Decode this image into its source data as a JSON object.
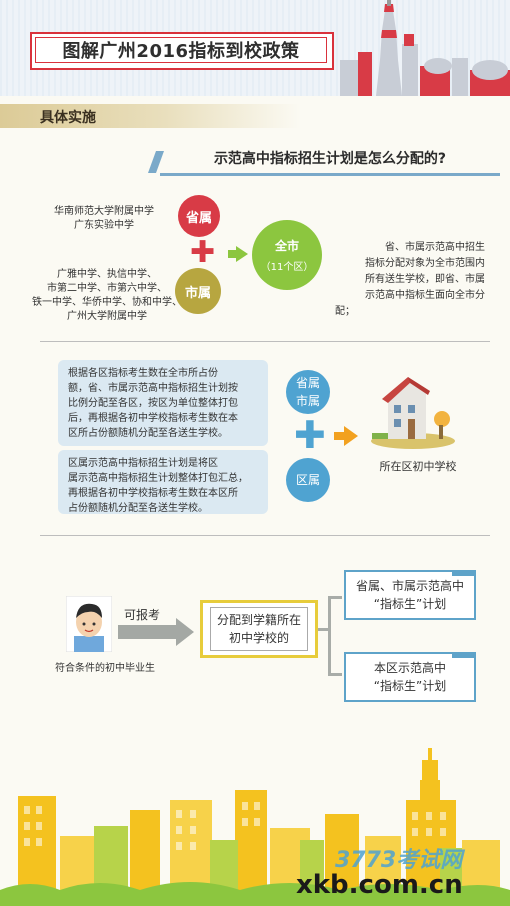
{
  "header": {
    "title": "图解广州2016指标到校政策"
  },
  "section": {
    "label": "具体实施"
  },
  "question": {
    "text": "示范高中指标招生计划是怎么分配的?"
  },
  "part1": {
    "provincial_schools": [
      "华南师范大学附属中学",
      "广东实验中学"
    ],
    "municipal_schools": [
      "广雅中学、执信中学、",
      "市第二中学、市第六中学、",
      "铁一中学、华侨中学、协和中学、",
      "广州大学附属中学"
    ],
    "provincial_label": "省属",
    "municipal_label": "市属",
    "city_label": "全市",
    "city_sub": "（11个区）",
    "description": [
      "省、市属示范高中招生",
      "指标分配对象为全市范围内",
      "所有送生学校，即省、市属",
      "示范高中指标生面向全市分",
      "配；"
    ]
  },
  "part2": {
    "box1": [
      "根据各区指标考生数在全市所占份",
      "额，省、市属示范高中指标招生计划按",
      "比例分配至各区，按区为单位整体打包",
      "后，再根据各初中学校指标考生数在本",
      "区所占份额随机分配至各送生学校。"
    ],
    "box2": [
      "区属示范高中指标招生计划是将区",
      "属示范高中指标招生计划整体打包汇总，",
      "再根据各初中学校指标考生数在本区所",
      "占份额随机分配至各送生学校。"
    ],
    "circle_top": [
      "省属",
      "市属"
    ],
    "circle_bottom": "区属",
    "school_label": "所在区初中学校"
  },
  "part3": {
    "apply_label": "可报考",
    "student_label": "符合条件的初中毕业生",
    "middle_box": [
      "分配到学籍所在",
      "初中学校的"
    ],
    "result1": [
      "省属、市属示范高中",
      "“指标生”计划"
    ],
    "result2": [
      "本区示范高中",
      "“指标生”计划"
    ]
  },
  "watermark": {
    "line1": "3773考试网",
    "line2": "xkb.com.cn"
  },
  "colors": {
    "red": "#d83b46",
    "olive": "#b7a640",
    "green": "#8cc63f",
    "blue": "#4fa3d1",
    "yellow": "#e7cc3b",
    "orange": "#f2a11f"
  }
}
